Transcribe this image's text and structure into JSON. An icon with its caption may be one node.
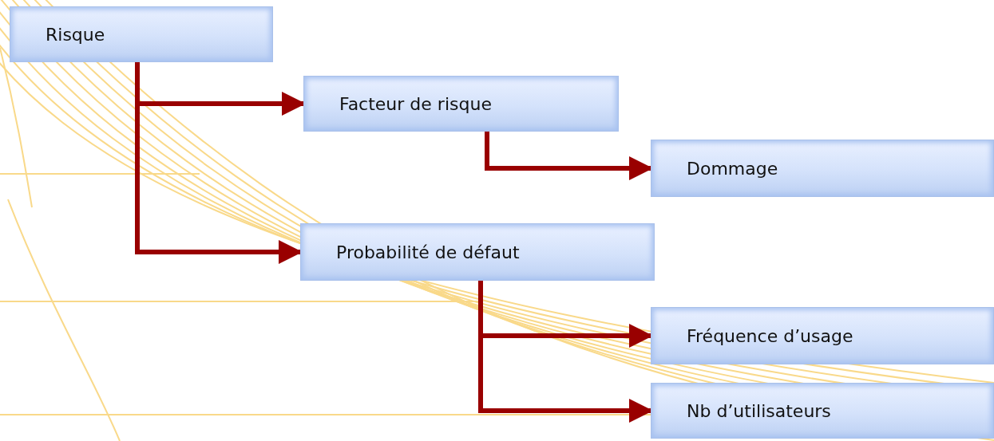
{
  "diagram": {
    "nodes": [
      {
        "text": [
          "Risque"
        ]
      },
      {
        "text": [
          "Facteur de risque"
        ]
      },
      {
        "text": [
          "Dommage"
        ]
      },
      {
        "text": [
          "Probabilité de défaut"
        ]
      },
      {
        "text": [
          "Fréquence d’usage"
        ]
      },
      {
        "text": [
          "Nb d’utilisateurs"
        ]
      }
    ],
    "edges": [
      {
        "from": 0,
        "to": 1,
        "arrow": "to"
      },
      {
        "from": 0,
        "to": 3,
        "arrow": "to"
      },
      {
        "from": 1,
        "to": 2,
        "arrow": "to"
      },
      {
        "from": 3,
        "to": 4,
        "arrow": "to"
      },
      {
        "from": 3,
        "to": 5,
        "arrow": "to"
      }
    ]
  }
}
